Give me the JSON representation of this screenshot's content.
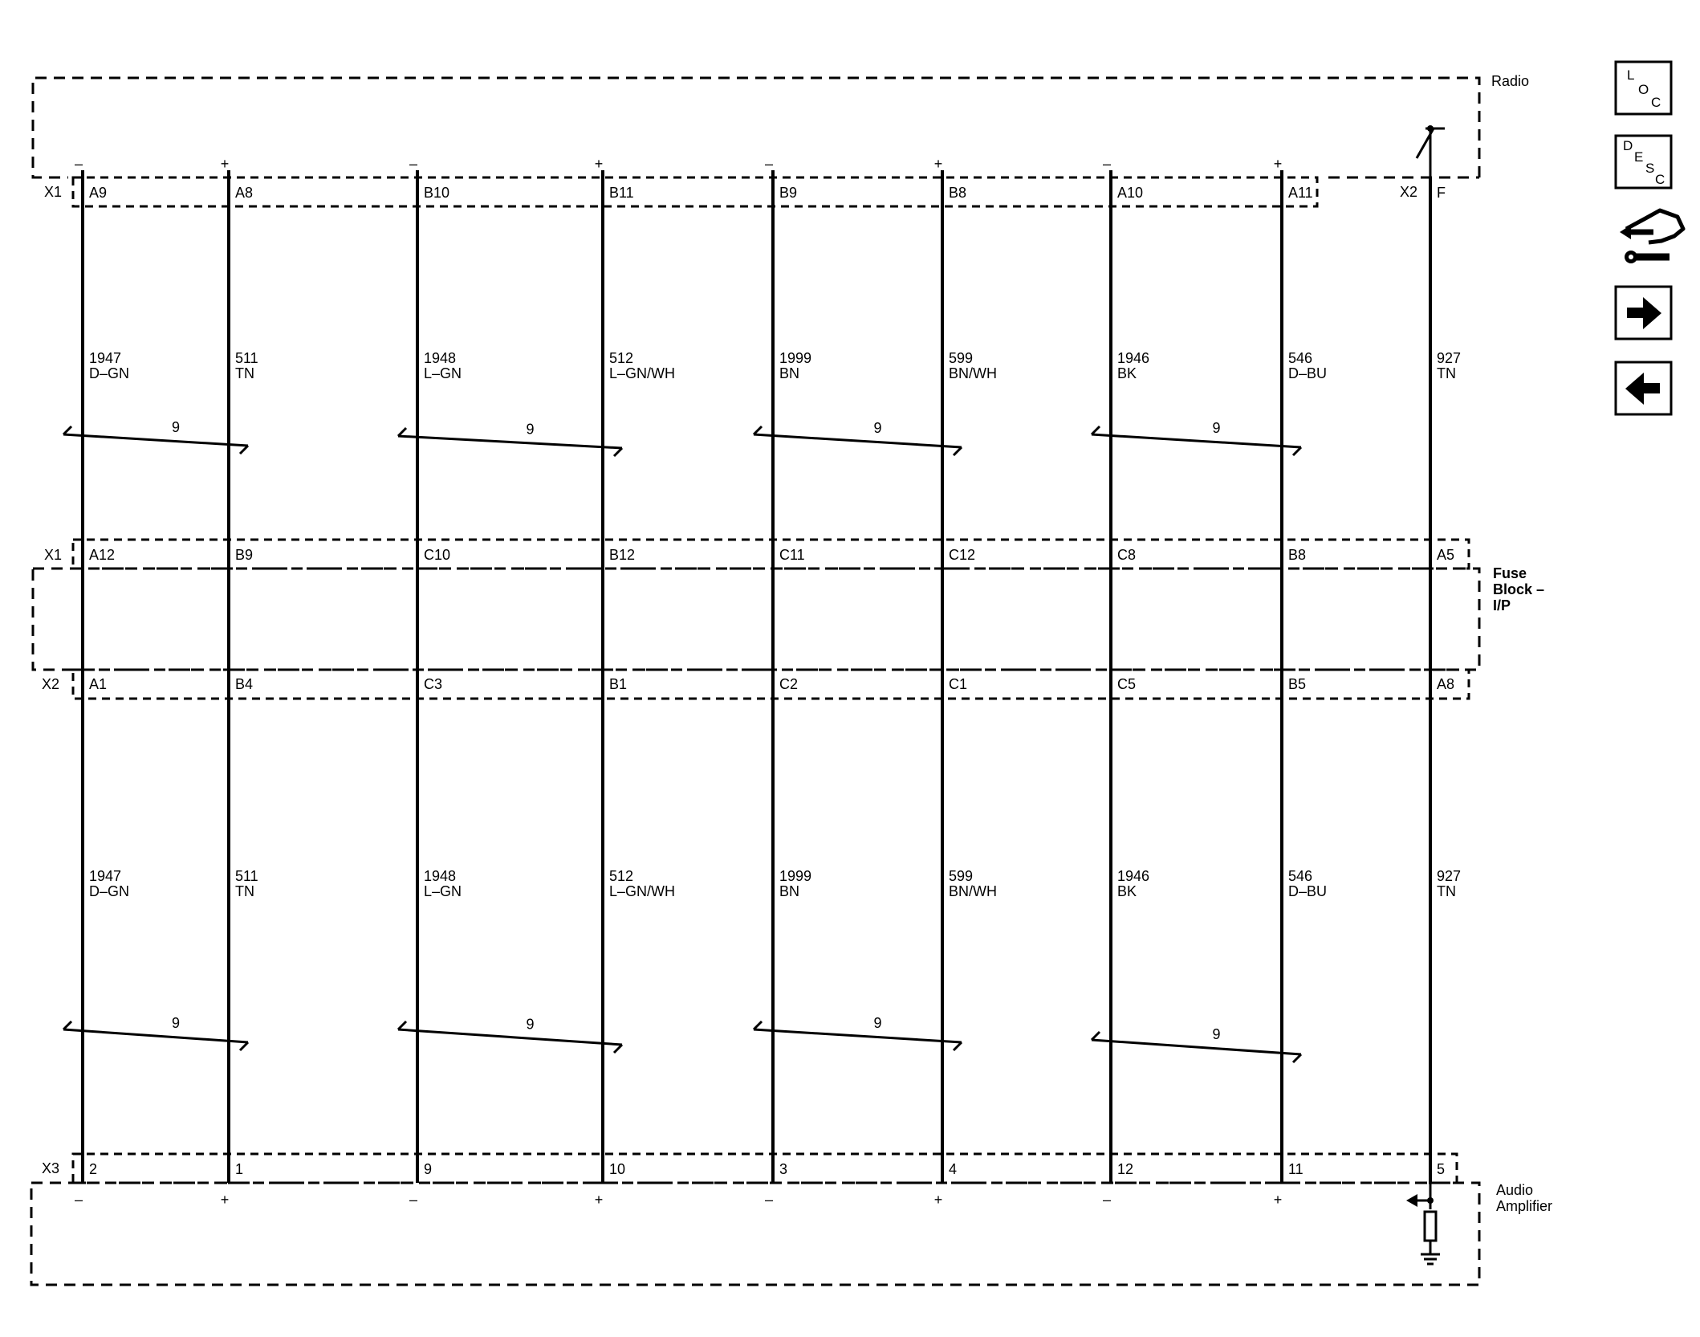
{
  "components": {
    "radio": "Radio",
    "fuse_block": [
      "Fuse",
      "Block –",
      "I/P"
    ],
    "audio_amplifier": [
      "Audio",
      "Amplifier"
    ]
  },
  "connectors": {
    "radio_x1": "X1",
    "radio_x2": "X2",
    "fuse_x1": "X1",
    "fuse_x2": "X2",
    "amp_x3": "X3"
  },
  "polarity": [
    "–",
    "+",
    "–",
    "+",
    "–",
    "+",
    "–",
    "+"
  ],
  "twisted_pair_label": "9",
  "wires": [
    {
      "radio_pin": "A9",
      "fuse_x1_pin": "A12",
      "fuse_x2_pin": "A1",
      "amp_pin": "2",
      "circuit": "1947",
      "color": "D–GN"
    },
    {
      "radio_pin": "A8",
      "fuse_x1_pin": "B9",
      "fuse_x2_pin": "B4",
      "amp_pin": "1",
      "circuit": "511",
      "color": "TN"
    },
    {
      "radio_pin": "B10",
      "fuse_x1_pin": "C10",
      "fuse_x2_pin": "C3",
      "amp_pin": "9",
      "circuit": "1948",
      "color": "L–GN"
    },
    {
      "radio_pin": "B11",
      "fuse_x1_pin": "B12",
      "fuse_x2_pin": "B1",
      "amp_pin": "10",
      "circuit": "512",
      "color": "L–GN/WH"
    },
    {
      "radio_pin": "B9",
      "fuse_x1_pin": "C11",
      "fuse_x2_pin": "C2",
      "amp_pin": "3",
      "circuit": "1999",
      "color": "BN"
    },
    {
      "radio_pin": "B8",
      "fuse_x1_pin": "C12",
      "fuse_x2_pin": "C1",
      "amp_pin": "4",
      "circuit": "599",
      "color": "BN/WH"
    },
    {
      "radio_pin": "A10",
      "fuse_x1_pin": "C8",
      "fuse_x2_pin": "C5",
      "amp_pin": "12",
      "circuit": "1946",
      "color": "BK"
    },
    {
      "radio_pin": "A11",
      "fuse_x1_pin": "B8",
      "fuse_x2_pin": "B5",
      "amp_pin": "11",
      "circuit": "546",
      "color": "D–BU"
    },
    {
      "radio_pin": "F",
      "fuse_x1_pin": "A5",
      "fuse_x2_pin": "A8",
      "amp_pin": "5",
      "circuit": "927",
      "color": "TN"
    }
  ],
  "side_nav": {
    "loc": [
      "L",
      "O",
      "C"
    ],
    "desc": [
      "D",
      "E",
      "S",
      "C"
    ],
    "icons": [
      "connector-hand-icon",
      "arrow-right-icon",
      "arrow-left-icon"
    ]
  }
}
